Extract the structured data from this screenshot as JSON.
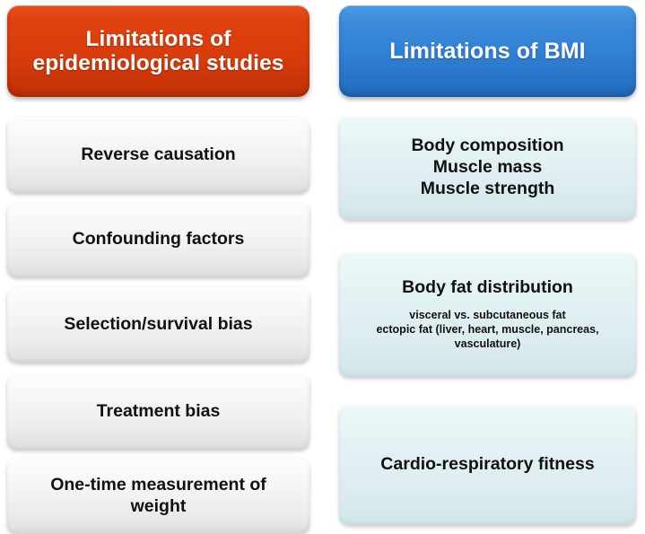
{
  "columns": [
    {
      "id": "epidemiological-studies",
      "header": {
        "lines": [
          "Limitations of",
          "epidemiological studies"
        ],
        "color": "#d93c0c",
        "text_color": "#ffffff"
      },
      "cards": [
        {
          "title_lines": [
            "Reverse causation"
          ],
          "sub_lines": []
        },
        {
          "title_lines": [
            "Confounding factors"
          ],
          "sub_lines": []
        },
        {
          "title_lines": [
            "Selection/survival bias"
          ],
          "sub_lines": []
        },
        {
          "title_lines": [
            "Treatment bias"
          ],
          "sub_lines": []
        },
        {
          "title_lines": [
            "One-time measurement of",
            "weight"
          ],
          "sub_lines": []
        }
      ],
      "card_color": "#ececec"
    },
    {
      "id": "bmi",
      "header": {
        "lines": [
          "Limitations of BMI"
        ],
        "color": "#2f7fd3",
        "text_color": "#ffffff"
      },
      "cards": [
        {
          "title_lines": [
            "Body composition",
            "Muscle mass",
            "Muscle strength"
          ],
          "sub_lines": []
        },
        {
          "title_lines": [
            "Body fat distribution"
          ],
          "sub_lines": [
            "visceral vs. subcutaneous fat",
            "ectopic fat (liver, heart, muscle, pancreas,",
            "vasculature)"
          ]
        },
        {
          "title_lines": [
            "Cardio-respiratory fitness"
          ],
          "sub_lines": []
        }
      ],
      "card_color": "#dcedef"
    }
  ],
  "background_color": "#ffffff",
  "body_text_color": "#111111"
}
